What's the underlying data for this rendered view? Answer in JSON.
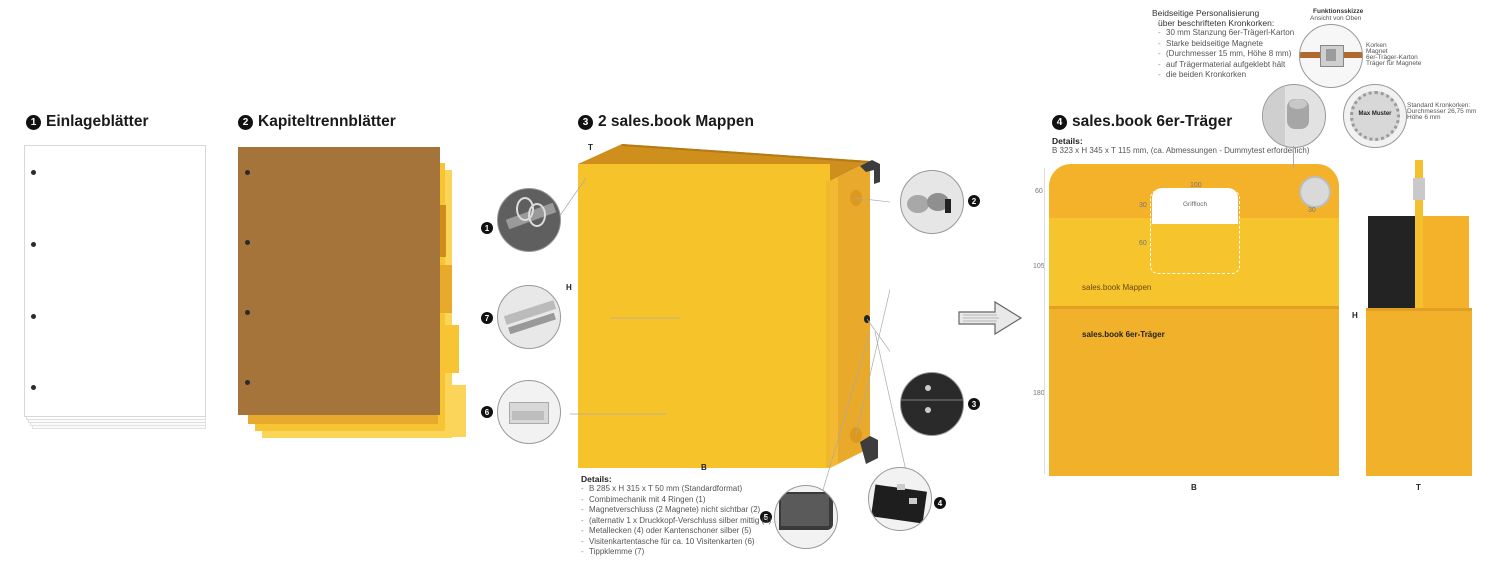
{
  "sections": {
    "s1": {
      "num": "1",
      "title": "Einlageblätter"
    },
    "s2": {
      "num": "2",
      "title": "Kapiteltrennblätter"
    },
    "s3": {
      "num": "3",
      "title": "2 sales.book Mappen"
    },
    "s4": {
      "num": "4",
      "title": "sales.book 6er-Träger"
    }
  },
  "mappe": {
    "dim_t": "T",
    "dim_h": "H",
    "dim_b": "B",
    "details_title": "Details:",
    "details": [
      "B 285 x H 315 x T 50  mm (Standardformat)",
      "Combimechanik mit 4 Ringen (1)",
      "Magnetverschluss (2 Magnete) nicht sichtbar (2)",
      "(alternativ 1 x Druckkopf-Verschluss silber mittig (3)",
      "Metallecken (4) oder Kantenschoner silber (5)",
      "Visitenkartentasche für ca. 10 Visitenkarten (6)",
      "Tippklemme (7)"
    ],
    "callouts": [
      "1",
      "7",
      "6",
      "2",
      "3",
      "4",
      "5"
    ]
  },
  "traeger": {
    "details_title": "Details:",
    "details_text": "B 323 x H 345 x T 115  mm, (ca. Abmessungen - Dummytest erforderlich)",
    "label_mappen": "sales.book Mappen",
    "label_traeger": "sales.book 6er-Träger",
    "griffloch": "Griffloch",
    "dim_100": "100",
    "dim_30a": "30",
    "dim_60a": "60",
    "dim_30b": "30",
    "dim_60b": "60",
    "dim_105": "105",
    "dim_180": "180",
    "dim_b": "B",
    "dim_h": "H",
    "dim_t": "T"
  },
  "personalisierung": {
    "title_line1": "Beidseitige Personalisierung",
    "title_line2": "über beschrifteten Kronkorken:",
    "items": [
      "30 mm Stanzung 6er-Trägerl-Karton",
      "Starke beidseitige Magnete",
      "(Durchmesser 15 mm, Höhe 8 mm)",
      "auf Trägermaterial aufgeklebt hält",
      "die beiden Kronkorken"
    ],
    "skizze_title": "Funktionsskizze",
    "skizze_sub": "Ansicht von Oben",
    "skizze_labels": [
      "Korken",
      "Magnet",
      "6er-Träger-Karton",
      "Träger für Magnete"
    ],
    "cap_text": "Max Muster",
    "cap_labels": [
      "Standard Kronkorken:",
      "Durchmesser 26,75 mm",
      "Höhe 6 mm"
    ]
  },
  "colors": {
    "yellow": "#f6c32a",
    "yellow_dark": "#e9a92a",
    "orange": "#f0a630",
    "brown": "#a5743a",
    "black": "#1b1b1b"
  }
}
